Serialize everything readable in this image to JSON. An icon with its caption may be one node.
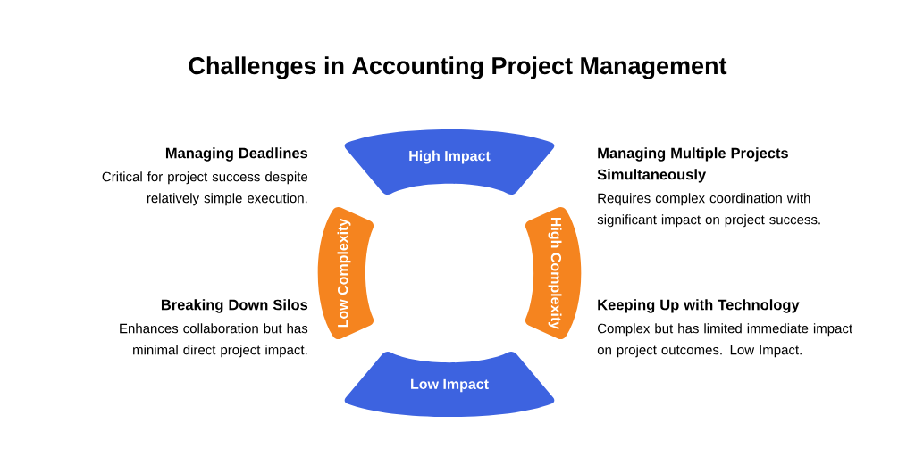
{
  "diagram": {
    "title": "Challenges in Accounting Project Management",
    "nodes": [
      {
        "text": [
          "High Impact"
        ]
      },
      {
        "text": [
          "Low Complexity"
        ]
      },
      {
        "text": [
          "High Complexity"
        ]
      },
      {
        "text": [
          "Low Impact"
        ]
      },
      {
        "text": [
          "Managing Deadlines",
          "Critical for project success despite relatively simple execution."
        ]
      },
      {
        "text": [
          "Managing Multiple Projects Simultaneously",
          "Requires complex coordination with significant impact on project success."
        ]
      },
      {
        "text": [
          "Breaking Down Silos",
          "Enhances collaboration but has minimal direct project impact."
        ]
      },
      {
        "text": [
          "Keeping Up with Technology",
          "Complex but has limited immediate impact on project outcomes. Low Impact."
        ]
      }
    ]
  }
}
